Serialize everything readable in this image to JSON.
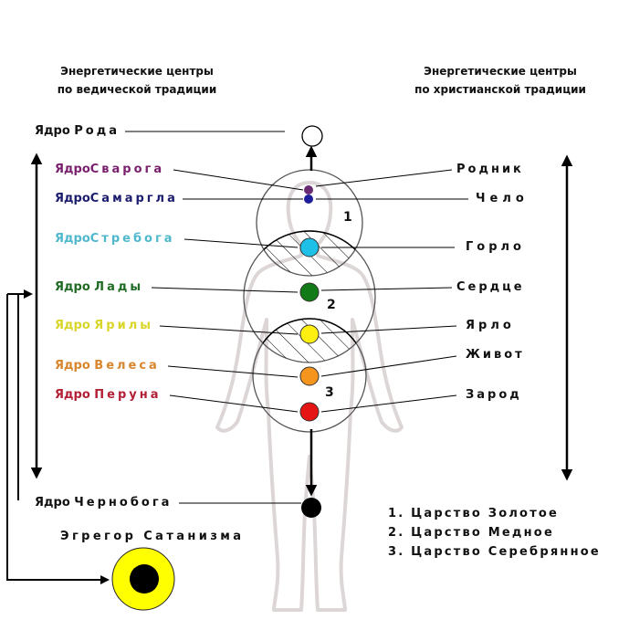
{
  "headers": {
    "left": [
      "Энергетические центры",
      "по ведической традиции"
    ],
    "right": [
      "Энергетические центры",
      "по христианской традиции"
    ]
  },
  "left_labels": [
    {
      "prefix": "Ядро",
      "name": "Рода",
      "color": "#111111"
    },
    {
      "prefix": "Ядро",
      "name": "Сварога",
      "color": "#7a1f6e"
    },
    {
      "prefix": "Ядро",
      "name": "Самаргла",
      "color": "#1c1c6e"
    },
    {
      "prefix": "Ядро",
      "name": "Стребога",
      "color": "#4fb8cc"
    },
    {
      "prefix": "Ядро",
      "name": "Лады",
      "color": "#1f6b24"
    },
    {
      "prefix": "Ядро",
      "name": "Ярилы",
      "color": "#d9d62a"
    },
    {
      "prefix": "Ядро",
      "name": "Велеса",
      "color": "#d7862e"
    },
    {
      "prefix": "Ядро",
      "name": "Перуна",
      "color": "#b32036"
    },
    {
      "prefix": "Ядро",
      "name": "Чернобога",
      "color": "#111111"
    }
  ],
  "right_labels": [
    "Родник",
    "Чело",
    "Горло",
    "Сердце",
    "Ярло",
    "Живот",
    "Зарод"
  ],
  "egregor": {
    "title": "Эгрегор Сатанизма",
    "outer_color": "#ffff00",
    "inner_color": "#000000"
  },
  "chakras": [
    {
      "name": "Род",
      "color": "#ffffff"
    },
    {
      "name": "Сварог",
      "color": "#6a2a72"
    },
    {
      "name": "Самаргл",
      "color": "#1e1e9a"
    },
    {
      "name": "Стребог",
      "color": "#1ec0e8"
    },
    {
      "name": "Лада",
      "color": "#137a18"
    },
    {
      "name": "Ярила",
      "color": "#ffef10"
    },
    {
      "name": "Велес",
      "color": "#f5951e"
    },
    {
      "name": "Перун",
      "color": "#e51515"
    },
    {
      "name": "Чернобог",
      "color": "#000000"
    }
  ],
  "zone_numbers": [
    "1",
    "2",
    "3"
  ],
  "legend": [
    "1. Царство Золотое",
    "2. Царство Медное",
    "3. Царство Серебрянное"
  ]
}
